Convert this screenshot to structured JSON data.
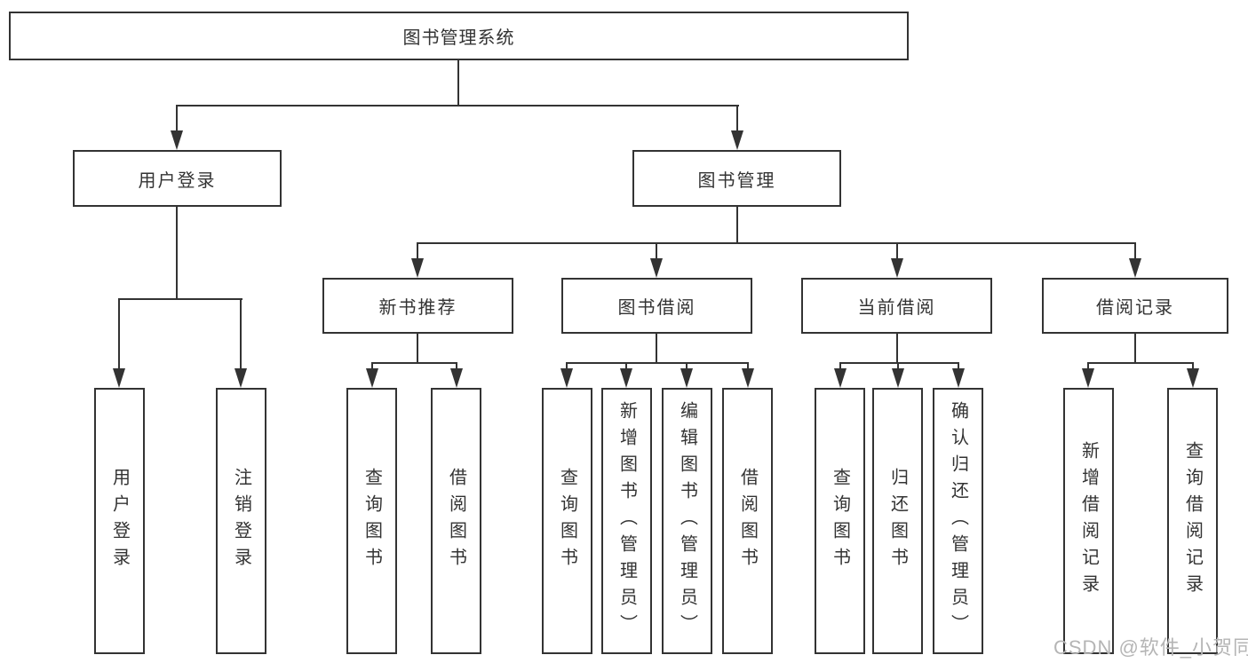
{
  "diagram_title": "图书管理系统",
  "nodes": {
    "root": "图书管理系统",
    "level2": [
      "用户登录",
      "图书管理"
    ],
    "level3": [
      "新书推荐",
      "图书借阅",
      "当前借阅",
      "借阅记录"
    ],
    "leaves": [
      "用户登录",
      "注销登录",
      "查询图书",
      "借阅图书",
      "查询图书",
      "新增图书（管理员）",
      "编辑图书（管理员）",
      "借阅图书",
      "查询图书",
      "归还图书",
      "确认归还（管理员）",
      "新增借阅记录",
      "查询借阅记录"
    ]
  },
  "hierarchy": {
    "图书管理系统": {
      "用户登录": [
        "用户登录",
        "注销登录"
      ],
      "图书管理": {
        "新书推荐": [
          "查询图书",
          "借阅图书"
        ],
        "图书借阅": [
          "查询图书",
          "新增图书（管理员）",
          "编辑图书（管理员）",
          "借阅图书"
        ],
        "当前借阅": [
          "查询图书",
          "归还图书",
          "确认归还（管理员）"
        ],
        "借阅记录": [
          "新增借阅记录",
          "查询借阅记录"
        ]
      }
    }
  },
  "watermark": "CSDN @软件_小贺同学",
  "colors": {
    "line": "#333333",
    "text": "#333333",
    "background": "#ffffff",
    "watermark": "#b5b5b5"
  }
}
